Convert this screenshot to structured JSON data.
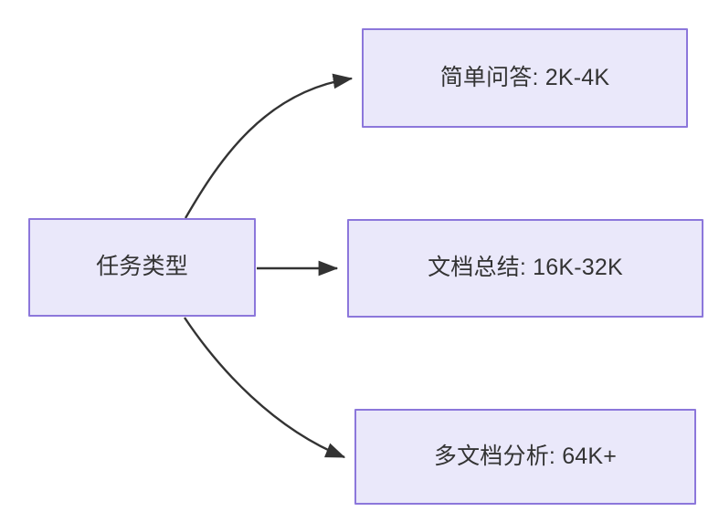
{
  "diagram": {
    "type": "flowchart",
    "orientation": "left-to-right",
    "background_color": "#ffffff",
    "node_fill_color": "#eae8fa",
    "node_border_color": "#8c77db",
    "node_text_color": "#333333",
    "edge_color": "#333333",
    "root": {
      "id": "task-type",
      "label": "任务类型"
    },
    "branches": [
      {
        "id": "simple-qa",
        "label": "简单问答: 2K-4K",
        "task": "简单问答",
        "context_length": "2K-4K",
        "edge_style": "curved-up"
      },
      {
        "id": "doc-summary",
        "label": "文档总结: 16K-32K",
        "task": "文档总结",
        "context_length": "16K-32K",
        "edge_style": "straight"
      },
      {
        "id": "multi-doc",
        "label": "多文档分析: 64K+",
        "task": "多文档分析",
        "context_length": "64K+",
        "edge_style": "curved-down"
      }
    ]
  }
}
